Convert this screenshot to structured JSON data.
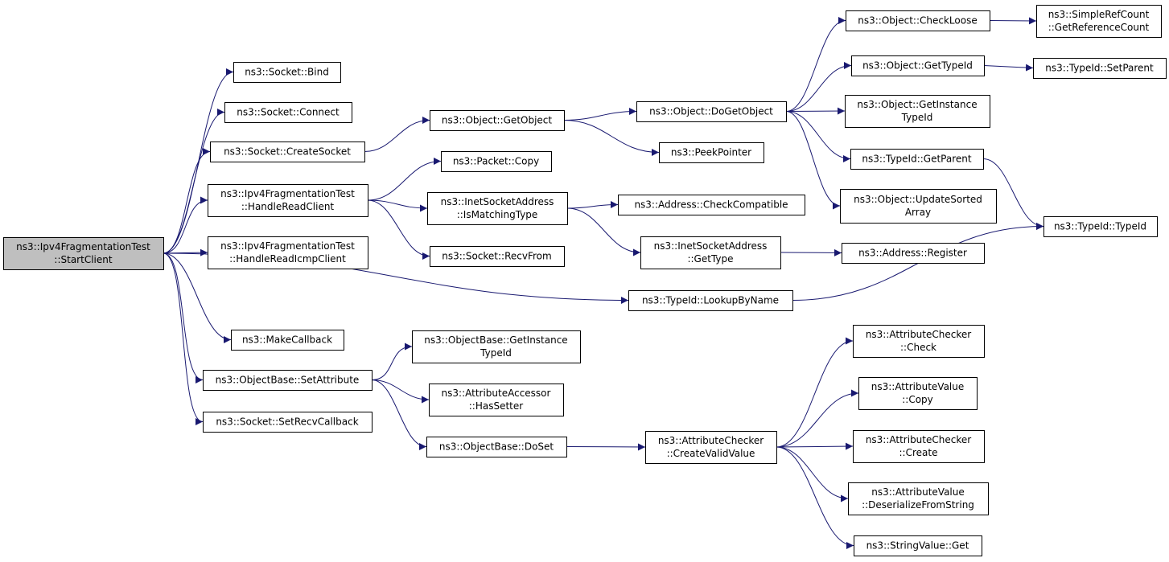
{
  "graph": {
    "root": "start_client",
    "nodes": [
      {
        "id": "start_client",
        "lines": [
          "ns3::Ipv4FragmentationTest",
          "::StartClient"
        ]
      },
      {
        "id": "socket_bind",
        "lines": [
          "ns3::Socket::Bind"
        ]
      },
      {
        "id": "socket_connect",
        "lines": [
          "ns3::Socket::Connect"
        ]
      },
      {
        "id": "socket_createsocket",
        "lines": [
          "ns3::Socket::CreateSocket"
        ]
      },
      {
        "id": "handlereadclient",
        "lines": [
          "ns3::Ipv4FragmentationTest",
          "::HandleReadClient"
        ]
      },
      {
        "id": "handlereadicmpclient",
        "lines": [
          "ns3::Ipv4FragmentationTest",
          "::HandleReadIcmpClient"
        ]
      },
      {
        "id": "makecallback",
        "lines": [
          "ns3::MakeCallback"
        ]
      },
      {
        "id": "objectbase_setattribute",
        "lines": [
          "ns3::ObjectBase::SetAttribute"
        ]
      },
      {
        "id": "socket_setrecvcallback",
        "lines": [
          "ns3::Socket::SetRecvCallback"
        ]
      },
      {
        "id": "object_getobject",
        "lines": [
          "ns3::Object::GetObject"
        ]
      },
      {
        "id": "packet_copy",
        "lines": [
          "ns3::Packet::Copy"
        ]
      },
      {
        "id": "inetsocketaddress_ismatchingtype",
        "lines": [
          "ns3::InetSocketAddress",
          "::IsMatchingType"
        ]
      },
      {
        "id": "socket_recvfrom",
        "lines": [
          "ns3::Socket::RecvFrom"
        ]
      },
      {
        "id": "objectbase_getinstancetypeid",
        "lines": [
          "ns3::ObjectBase::GetInstance",
          "TypeId"
        ]
      },
      {
        "id": "attributeaccessor_hassetter",
        "lines": [
          "ns3::AttributeAccessor",
          "::HasSetter"
        ]
      },
      {
        "id": "objectbase_doset",
        "lines": [
          "ns3::ObjectBase::DoSet"
        ]
      },
      {
        "id": "object_dogetobject",
        "lines": [
          "ns3::Object::DoGetObject"
        ]
      },
      {
        "id": "peekpointer",
        "lines": [
          "ns3::PeekPointer"
        ]
      },
      {
        "id": "address_checkcompatible",
        "lines": [
          "ns3::Address::CheckCompatible"
        ]
      },
      {
        "id": "inetsocketaddress_gettype",
        "lines": [
          "ns3::InetSocketAddress",
          "::GetType"
        ]
      },
      {
        "id": "typeid_lookupbyname",
        "lines": [
          "ns3::TypeId::LookupByName"
        ]
      },
      {
        "id": "attributechecker_createvalidvalue",
        "lines": [
          "ns3::AttributeChecker",
          "::CreateValidValue"
        ]
      },
      {
        "id": "object_checkloose",
        "lines": [
          "ns3::Object::CheckLoose"
        ]
      },
      {
        "id": "object_gettypeid",
        "lines": [
          "ns3::Object::GetTypeId"
        ]
      },
      {
        "id": "object_getinstancetypeid",
        "lines": [
          "ns3::Object::GetInstance",
          "TypeId"
        ]
      },
      {
        "id": "typeid_getparent",
        "lines": [
          "ns3::TypeId::GetParent"
        ]
      },
      {
        "id": "object_updatesortedarray",
        "lines": [
          "ns3::Object::UpdateSorted",
          "Array"
        ]
      },
      {
        "id": "address_register",
        "lines": [
          "ns3::Address::Register"
        ]
      },
      {
        "id": "attributechecker_check",
        "lines": [
          "ns3::AttributeChecker",
          "::Check"
        ]
      },
      {
        "id": "attributevalue_copy",
        "lines": [
          "ns3::AttributeValue",
          "::Copy"
        ]
      },
      {
        "id": "attributechecker_create",
        "lines": [
          "ns3::AttributeChecker",
          "::Create"
        ]
      },
      {
        "id": "attributevalue_deserializefromstring",
        "lines": [
          "ns3::AttributeValue",
          "::DeserializeFromString"
        ]
      },
      {
        "id": "stringvalue_get",
        "lines": [
          "ns3::StringValue::Get"
        ]
      },
      {
        "id": "simplerefcount_getreferencecount",
        "lines": [
          "ns3::SimpleRefCount",
          "::GetReferenceCount"
        ]
      },
      {
        "id": "typeid_setparent",
        "lines": [
          "ns3::TypeId::SetParent"
        ]
      },
      {
        "id": "typeid_typeid",
        "lines": [
          "ns3::TypeId::TypeId"
        ]
      }
    ],
    "edges": [
      [
        "start_client",
        "socket_bind"
      ],
      [
        "start_client",
        "socket_connect"
      ],
      [
        "start_client",
        "socket_createsocket"
      ],
      [
        "start_client",
        "handlereadclient"
      ],
      [
        "start_client",
        "handlereadicmpclient"
      ],
      [
        "start_client",
        "typeid_lookupbyname"
      ],
      [
        "start_client",
        "makecallback"
      ],
      [
        "start_client",
        "objectbase_setattribute"
      ],
      [
        "start_client",
        "socket_setrecvcallback"
      ],
      [
        "socket_createsocket",
        "object_getobject"
      ],
      [
        "handlereadclient",
        "packet_copy"
      ],
      [
        "handlereadclient",
        "inetsocketaddress_ismatchingtype"
      ],
      [
        "handlereadclient",
        "socket_recvfrom"
      ],
      [
        "objectbase_setattribute",
        "objectbase_getinstancetypeid"
      ],
      [
        "objectbase_setattribute",
        "attributeaccessor_hassetter"
      ],
      [
        "objectbase_setattribute",
        "objectbase_doset"
      ],
      [
        "object_getobject",
        "object_dogetobject"
      ],
      [
        "object_getobject",
        "peekpointer"
      ],
      [
        "inetsocketaddress_ismatchingtype",
        "address_checkcompatible"
      ],
      [
        "inetsocketaddress_ismatchingtype",
        "inetsocketaddress_gettype"
      ],
      [
        "objectbase_doset",
        "attributechecker_createvalidvalue"
      ],
      [
        "object_dogetobject",
        "object_checkloose"
      ],
      [
        "object_dogetobject",
        "object_gettypeid"
      ],
      [
        "object_dogetobject",
        "object_getinstancetypeid"
      ],
      [
        "object_dogetobject",
        "typeid_getparent"
      ],
      [
        "object_dogetobject",
        "object_updatesortedarray"
      ],
      [
        "inetsocketaddress_gettype",
        "address_register"
      ],
      [
        "typeid_lookupbyname",
        "typeid_typeid"
      ],
      [
        "attributechecker_createvalidvalue",
        "attributechecker_check"
      ],
      [
        "attributechecker_createvalidvalue",
        "attributevalue_copy"
      ],
      [
        "attributechecker_createvalidvalue",
        "attributechecker_create"
      ],
      [
        "attributechecker_createvalidvalue",
        "attributevalue_deserializefromstring"
      ],
      [
        "attributechecker_createvalidvalue",
        "stringvalue_get"
      ],
      [
        "object_checkloose",
        "simplerefcount_getreferencecount"
      ],
      [
        "object_gettypeid",
        "typeid_setparent"
      ],
      [
        "typeid_getparent",
        "typeid_typeid"
      ]
    ]
  }
}
